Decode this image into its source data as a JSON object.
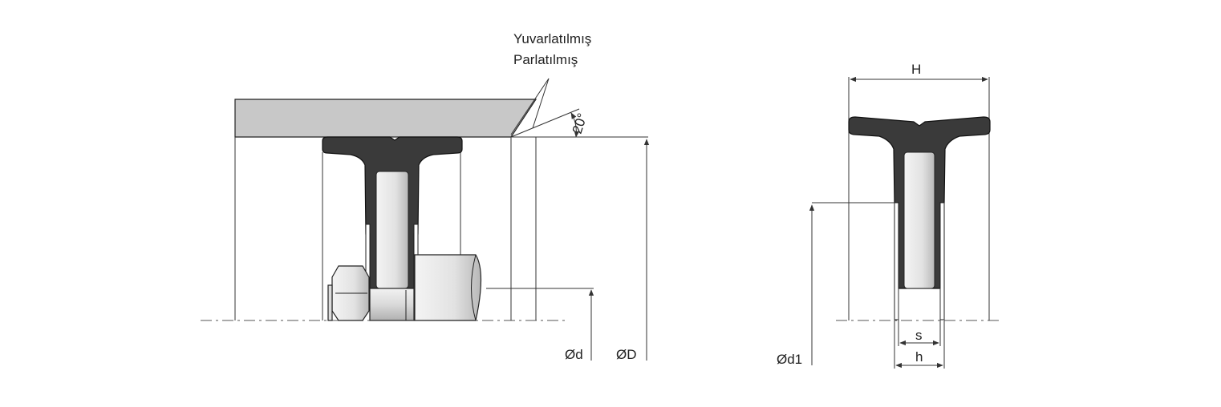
{
  "labels": {
    "surface_line1": "Yuvarlatılmış",
    "surface_line2": "Parlatılmış",
    "angle": "20°",
    "outer_diameter": "ØD",
    "inner_diameter": "Ød",
    "inner_diameter_1": "Ød1",
    "height": "H",
    "s": "s",
    "h": "h"
  },
  "colors": {
    "seal": "#3a3a3a",
    "housing": "#c8c8c8",
    "line": "#333333"
  }
}
